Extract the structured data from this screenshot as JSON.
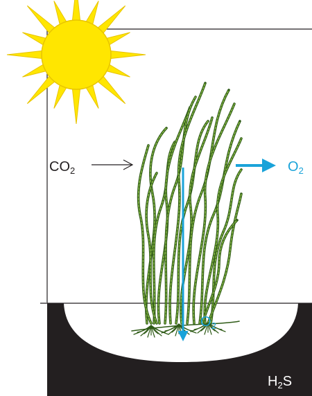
{
  "labels": {
    "co2": {
      "main": "CO",
      "sub": "2"
    },
    "o2_out": {
      "main": "O",
      "sub": "2"
    },
    "o2_root": {
      "main": "O",
      "sub": "2"
    },
    "h2s": {
      "pre": "H",
      "sub": "2",
      "post": "S"
    }
  },
  "colors": {
    "oxygen": "#1aa3d9",
    "sediment": "#231f20",
    "sun": "#ffe600",
    "sun_outline": "#e8c400",
    "seagrass": "#5c8a2e",
    "seagrass_dark": "#2f5b17",
    "outline": "#231f20"
  },
  "icons": {
    "sun": "sun-icon",
    "plant": "seagrass-icon",
    "arrow": "arrow-icon"
  }
}
